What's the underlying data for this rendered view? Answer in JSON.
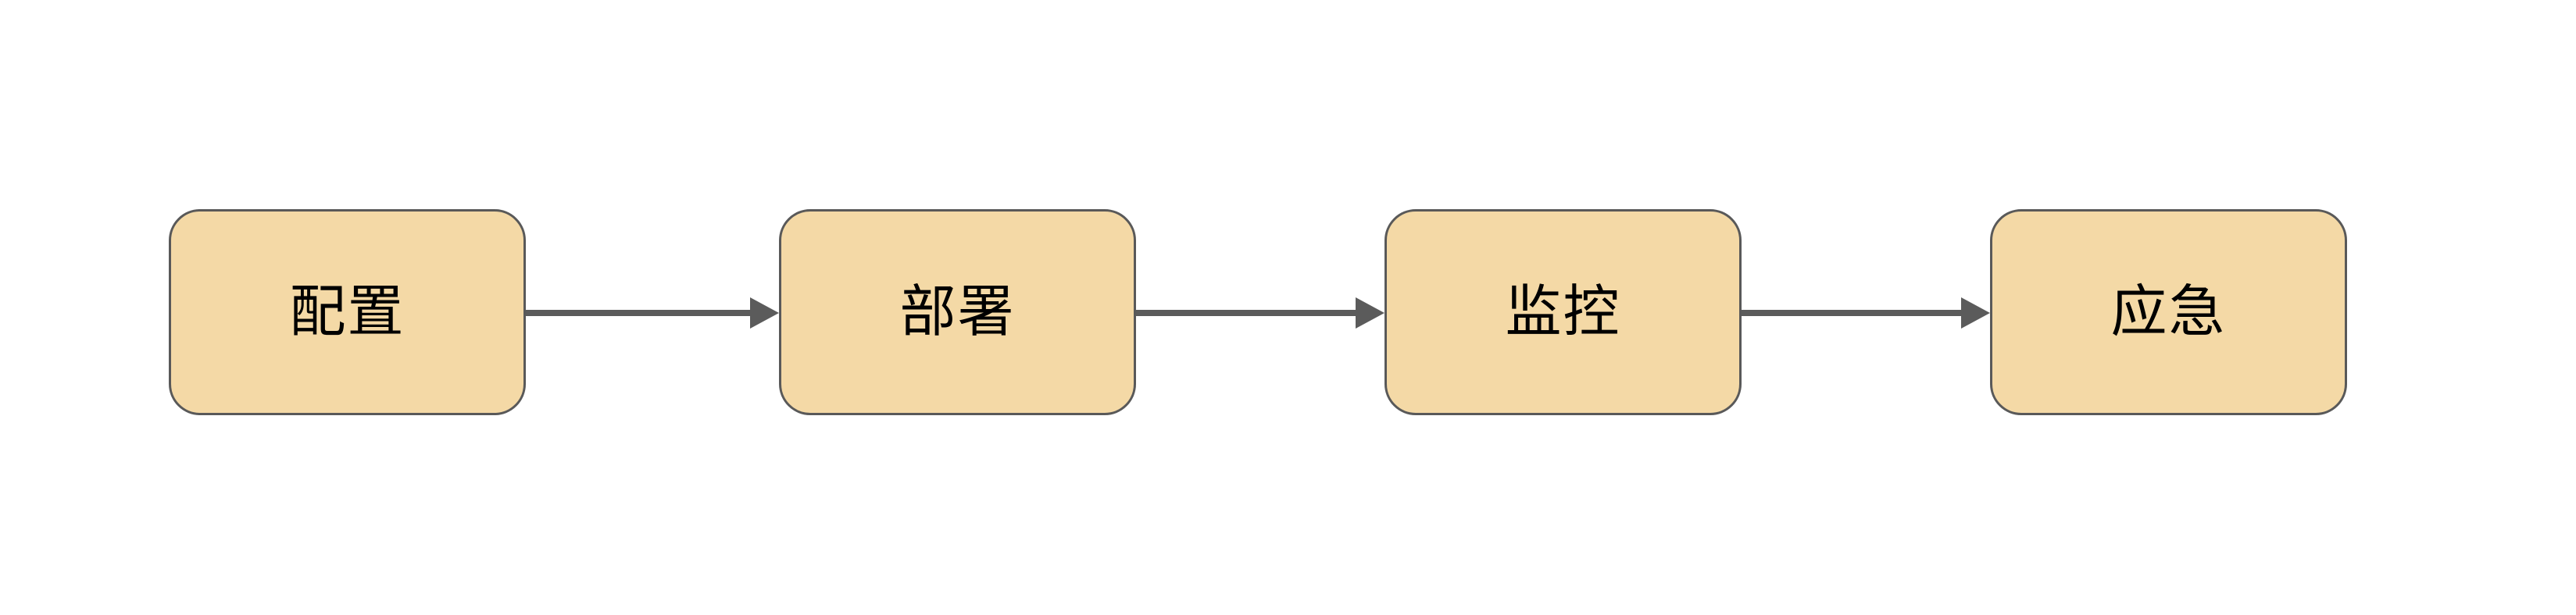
{
  "diagram": {
    "type": "flowchart",
    "direction": "left-to-right",
    "theme": {
      "canvas_bg": "#FFFFFF",
      "node_fill": "#F4D9A6",
      "node_border": "#595959",
      "node_text": "#000000",
      "arrow_color": "#5B5B5B"
    },
    "nodes": [
      {
        "id": "config",
        "label": "配置"
      },
      {
        "id": "deploy",
        "label": "部署"
      },
      {
        "id": "monitor",
        "label": "监控"
      },
      {
        "id": "emergency",
        "label": "应急"
      }
    ],
    "edges": [
      {
        "from": "config",
        "to": "deploy"
      },
      {
        "from": "deploy",
        "to": "monitor"
      },
      {
        "from": "monitor",
        "to": "emergency"
      }
    ]
  }
}
